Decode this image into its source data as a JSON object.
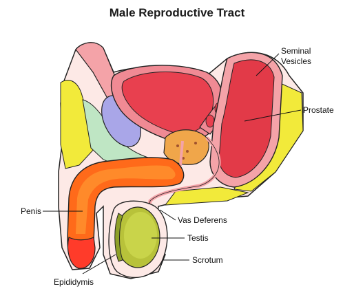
{
  "title": "Male Reproductive Tract",
  "labels": {
    "seminal_vesicles_line1": "Seminal",
    "seminal_vesicles_line2": "Vesicles",
    "prostate": "Prostate",
    "penis": "Penis",
    "vas_deferens": "Vas Deferens",
    "testis": "Testis",
    "scrotum": "Scrotum",
    "epididymis": "Epididymis"
  },
  "colors": {
    "bladder": "#e8404f",
    "bladder_wall": "#f08a94",
    "rectum": "#e23a48",
    "fat": "#f2ea3a",
    "erectile_tissue": "#ff6a1a",
    "glans": "#ff3b2a",
    "pubic_bone": "#a9a6e8",
    "muscle": "#bfe6c4",
    "prostate": "#f0a64a",
    "testis": "#b8c23a",
    "outline": "#222222"
  }
}
